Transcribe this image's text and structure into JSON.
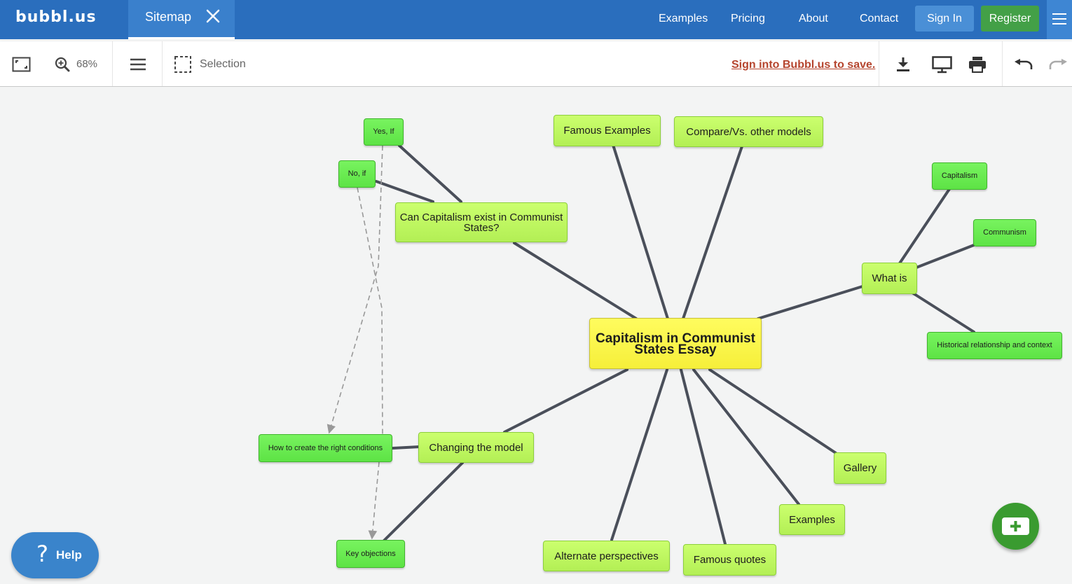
{
  "header": {
    "logo": "bubbl.us",
    "tab_label": "Sitemap",
    "nav": {
      "examples": "Examples",
      "pricing": "Pricing",
      "about": "About",
      "contact": "Contact"
    },
    "sign_in": "Sign In",
    "register": "Register"
  },
  "toolbar": {
    "zoom": "68%",
    "selection": "Selection",
    "save_prompt": "Sign into Bubbl.us to save."
  },
  "mindmap": {
    "central": "Capitalism in Communist States Essay",
    "nodes": {
      "yes_if": "Yes, If",
      "no_if": "No, if",
      "can_capitalism": "Can Capitalism exist in Communist States?",
      "famous_examples": "Famous Examples",
      "compare": "Compare/Vs. other models",
      "capitalism": "Capitalism",
      "communism": "Communism",
      "what_is": "What is",
      "historical": "Historical relationship and context",
      "how_to_create": "How to create the right conditions",
      "changing_model": "Changing the model",
      "key_objections": "Key objections",
      "alternate": "Alternate perspectives",
      "famous_quotes": "Famous quotes",
      "examples": "Examples",
      "gallery": "Gallery"
    }
  },
  "help": {
    "label": "Help"
  },
  "colors": {
    "header_bg": "#2a6ebd",
    "register_green": "#43a047",
    "save_link": "#b5452e",
    "central_node": "#f6ef3a",
    "lime_node": "#b3ef55",
    "green_node": "#5de345",
    "link_line": "#4a4f5a"
  }
}
